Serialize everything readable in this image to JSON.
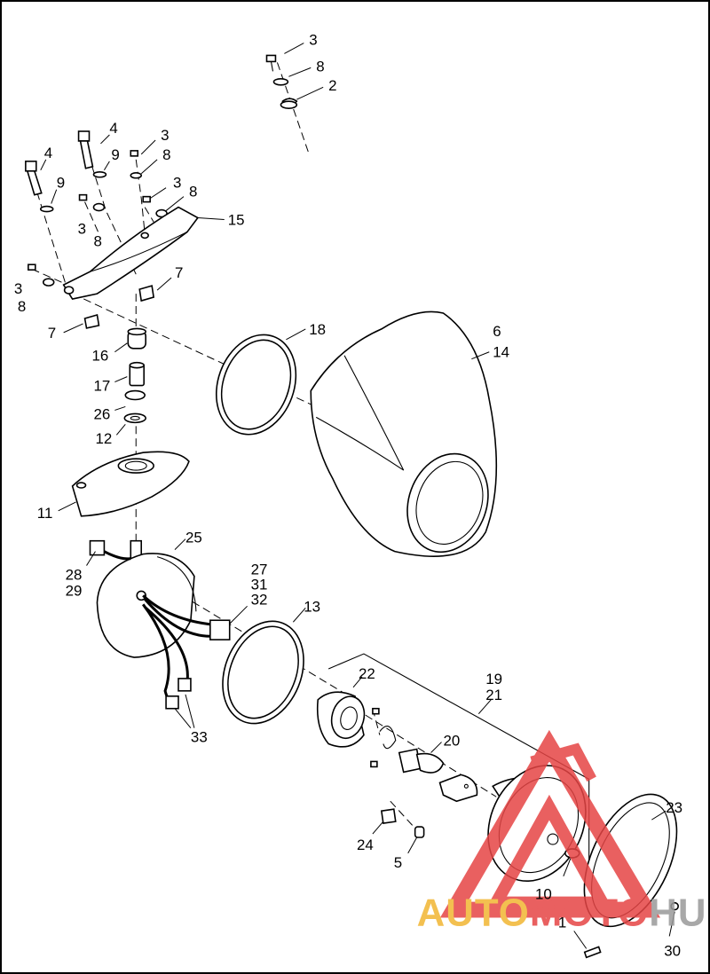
{
  "callouts": [
    {
      "id": "c-3a",
      "text": "3"
    },
    {
      "id": "c-8a",
      "text": "8"
    },
    {
      "id": "c-2",
      "text": "2"
    },
    {
      "id": "c-4a",
      "text": "4"
    },
    {
      "id": "c-4b",
      "text": "4"
    },
    {
      "id": "c-9a",
      "text": "9"
    },
    {
      "id": "c-9b",
      "text": "9"
    },
    {
      "id": "c-3b",
      "text": "3"
    },
    {
      "id": "c-8b",
      "text": "8"
    },
    {
      "id": "c-3c",
      "text": "3"
    },
    {
      "id": "c-8c",
      "text": "8"
    },
    {
      "id": "c-3d",
      "text": "3"
    },
    {
      "id": "c-8d",
      "text": "8"
    },
    {
      "id": "c-15",
      "text": "15"
    },
    {
      "id": "c-3e",
      "text": "3"
    },
    {
      "id": "c-8e",
      "text": "8"
    },
    {
      "id": "c-7a",
      "text": "7"
    },
    {
      "id": "c-7b",
      "text": "7"
    },
    {
      "id": "c-16",
      "text": "16"
    },
    {
      "id": "c-17",
      "text": "17"
    },
    {
      "id": "c-26",
      "text": "26"
    },
    {
      "id": "c-12",
      "text": "12"
    },
    {
      "id": "c-18",
      "text": "18"
    },
    {
      "id": "c-6",
      "text": "6"
    },
    {
      "id": "c-14",
      "text": "14"
    },
    {
      "id": "c-11",
      "text": "11"
    },
    {
      "id": "c-25",
      "text": "25"
    },
    {
      "id": "c-28",
      "text": "28"
    },
    {
      "id": "c-29",
      "text": "29"
    },
    {
      "id": "c-27",
      "text": "27"
    },
    {
      "id": "c-31",
      "text": "31"
    },
    {
      "id": "c-32",
      "text": "32"
    },
    {
      "id": "c-13",
      "text": "13"
    },
    {
      "id": "c-33",
      "text": "33"
    },
    {
      "id": "c-22",
      "text": "22"
    },
    {
      "id": "c-19",
      "text": "19"
    },
    {
      "id": "c-21",
      "text": "21"
    },
    {
      "id": "c-20",
      "text": "20"
    },
    {
      "id": "c-24",
      "text": "24"
    },
    {
      "id": "c-5",
      "text": "5"
    },
    {
      "id": "c-23",
      "text": "23"
    },
    {
      "id": "c-10",
      "text": "10"
    },
    {
      "id": "c-1",
      "text": "1"
    },
    {
      "id": "c-30",
      "text": "30"
    }
  ],
  "watermark": {
    "part1": "AUTO",
    "part2": "MOTO",
    "part3": "HUB",
    "color_yellow": "#f2b632",
    "color_red": "#e64545",
    "color_gray": "#9a9a9a"
  }
}
